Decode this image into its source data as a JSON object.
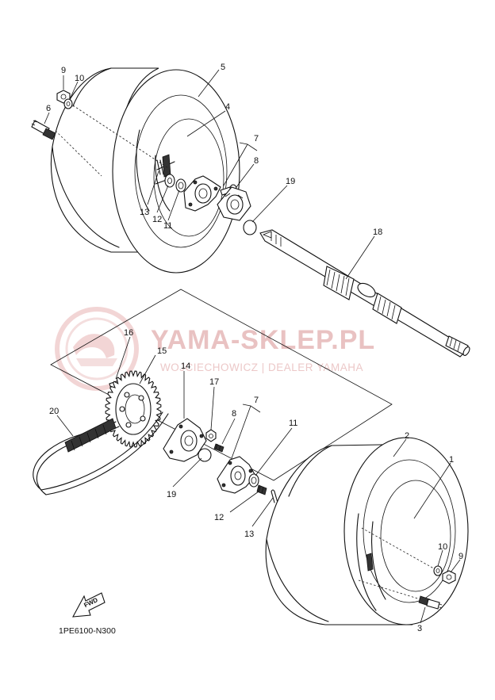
{
  "watermark": {
    "title": "YAMA-SKLEP.PL",
    "subtitle": "WOJCIECHOWICZ | DEALER YAMAHA",
    "logo_color": "#e8b4b4"
  },
  "diagram_code": "1PE6100-N300",
  "fwd_badge": "FWD",
  "callouts": [
    {
      "id": "label-9-top",
      "text": "9"
    },
    {
      "id": "label-10-top",
      "text": "10"
    },
    {
      "id": "label-6",
      "text": "6"
    },
    {
      "id": "label-5",
      "text": "5"
    },
    {
      "id": "label-4",
      "text": "4"
    },
    {
      "id": "label-7-top",
      "text": "7"
    },
    {
      "id": "label-8-top",
      "text": "8"
    },
    {
      "id": "label-13-top",
      "text": "13"
    },
    {
      "id": "label-12-top",
      "text": "12"
    },
    {
      "id": "label-11-top",
      "text": "11"
    },
    {
      "id": "label-19-top",
      "text": "19"
    },
    {
      "id": "label-18",
      "text": "18"
    },
    {
      "id": "label-16",
      "text": "16"
    },
    {
      "id": "label-15",
      "text": "15"
    },
    {
      "id": "label-14",
      "text": "14"
    },
    {
      "id": "label-17",
      "text": "17"
    },
    {
      "id": "label-7-bottom",
      "text": "7"
    },
    {
      "id": "label-8-bottom",
      "text": "8"
    },
    {
      "id": "label-11-bottom",
      "text": "11"
    },
    {
      "id": "label-20",
      "text": "20"
    },
    {
      "id": "label-19-bottom",
      "text": "19"
    },
    {
      "id": "label-12-bottom",
      "text": "12"
    },
    {
      "id": "label-13-bottom",
      "text": "13"
    },
    {
      "id": "label-2",
      "text": "2"
    },
    {
      "id": "label-1",
      "text": "1"
    },
    {
      "id": "label-10-bottom",
      "text": "10"
    },
    {
      "id": "label-9-bottom",
      "text": "9"
    },
    {
      "id": "label-3",
      "text": "3"
    }
  ]
}
